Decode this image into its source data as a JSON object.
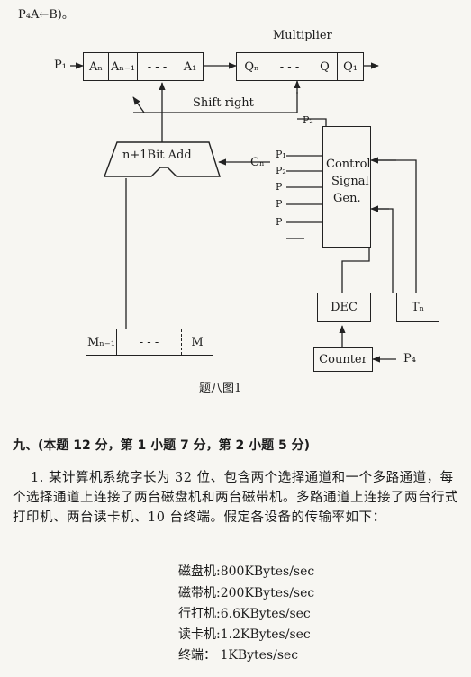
{
  "header_fragment": "P₄A←B)。",
  "diagram": {
    "multiplier_label": "Multiplier",
    "shift_right_label": "Shift right",
    "adder_label": "n+1Bit Add",
    "control_label_lines": [
      "Control",
      "Signal",
      "Gen."
    ],
    "dec_label": "DEC",
    "t_label": "Tₙ",
    "counter_label": "Counter",
    "input_p_left": "P₁",
    "input_p_counter": "P₄",
    "input_c": "Cₙ",
    "p_shift": "P₂",
    "control_outputs": [
      "P₁",
      "P₂",
      "P",
      "P",
      "P"
    ],
    "register_a_cells": [
      "Aₙ",
      "Aₙ₋₁",
      "- - -",
      "A₁"
    ],
    "register_q_cells": [
      "Qₙ",
      "- - -",
      "Q",
      "Q₁"
    ],
    "register_m_cells": [
      "Mₙ₋₁",
      "- - -",
      "M"
    ],
    "caption": "题八图1"
  },
  "section_heading": "九、(本题 12 分，第 1 小题 7 分，第 2 小题 5 分)",
  "question_text": "1. 某计算机系统字长为 32 位、包含两个选择通道和一个多路通道，每个选择通道上连接了两台磁盘机和两台磁带机。多路通道上连接了两台行式打印机、两台读卡机、10 台终端。假定各设备的传输率如下：",
  "rates": [
    "磁盘机:800KBytes/sec",
    "磁带机:200KBytes/sec",
    "行打机:6.6KBytes/sec",
    "读卡机:1.2KBytes/sec",
    "终端： 1KBytes/sec"
  ]
}
